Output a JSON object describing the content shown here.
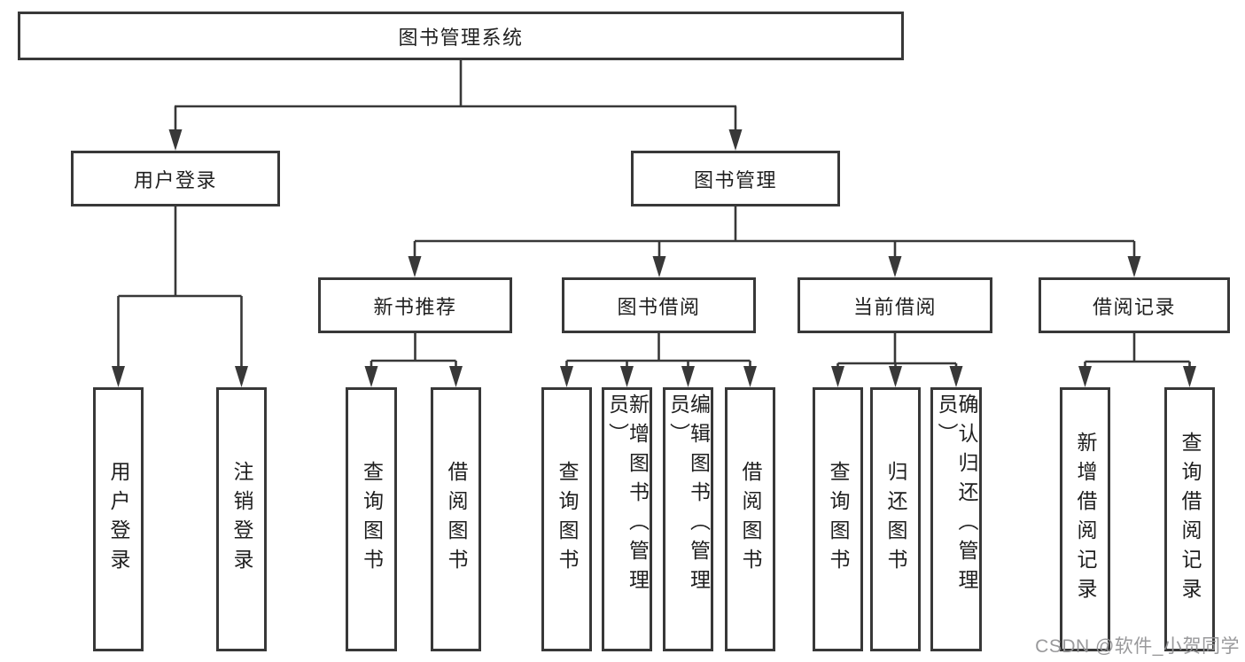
{
  "diagram": {
    "type": "tree",
    "title": "图书管理系统",
    "colors": {
      "line": "#383838",
      "box_border": "#383838",
      "box_fill": "#ffffff",
      "text": "#1f1f1f",
      "watermark": "#949496",
      "background": "#ffffff"
    },
    "hierarchy": {
      "图书管理系统": {
        "用户登录": [
          "用户登录",
          "注销登录"
        ],
        "图书管理": {
          "新书推荐": [
            "查询图书",
            "借阅图书"
          ],
          "图书借阅": [
            "查询图书",
            "新增图书（管理员）",
            "编辑图书（管理员）",
            "借阅图书"
          ],
          "当前借阅": [
            "查询图书",
            "归还图书",
            "确认归还（管理员）"
          ],
          "借阅记录": [
            "新增借阅记录",
            "查询借阅记录"
          ]
        }
      }
    }
  },
  "nodes": {
    "root": "图书管理系统",
    "user_login": "用户登录",
    "book_mgmt": "图书管理",
    "new_book_rec": "新书推荐",
    "book_borrow": "图书借阅",
    "current_borrow": "当前借阅",
    "borrow_records": "借阅记录",
    "leaf_user_login": "用户登录",
    "leaf_logout": "注销登录",
    "leaf_nbr_query": "查询图书",
    "leaf_nbr_borrow": "借阅图书",
    "leaf_bb_query": "查询图书",
    "leaf_bb_add": "新增图书（管理员）",
    "leaf_bb_edit": "编辑图书（管理员）",
    "leaf_bb_borrow": "借阅图书",
    "leaf_cb_query": "查询图书",
    "leaf_cb_return": "归还图书",
    "leaf_cb_confirm": "确认归还（管理员）",
    "leaf_br_add": "新增借阅记录",
    "leaf_br_query": "查询借阅记录"
  },
  "watermark": {
    "text": "CSDN @软件_小贺同学"
  }
}
